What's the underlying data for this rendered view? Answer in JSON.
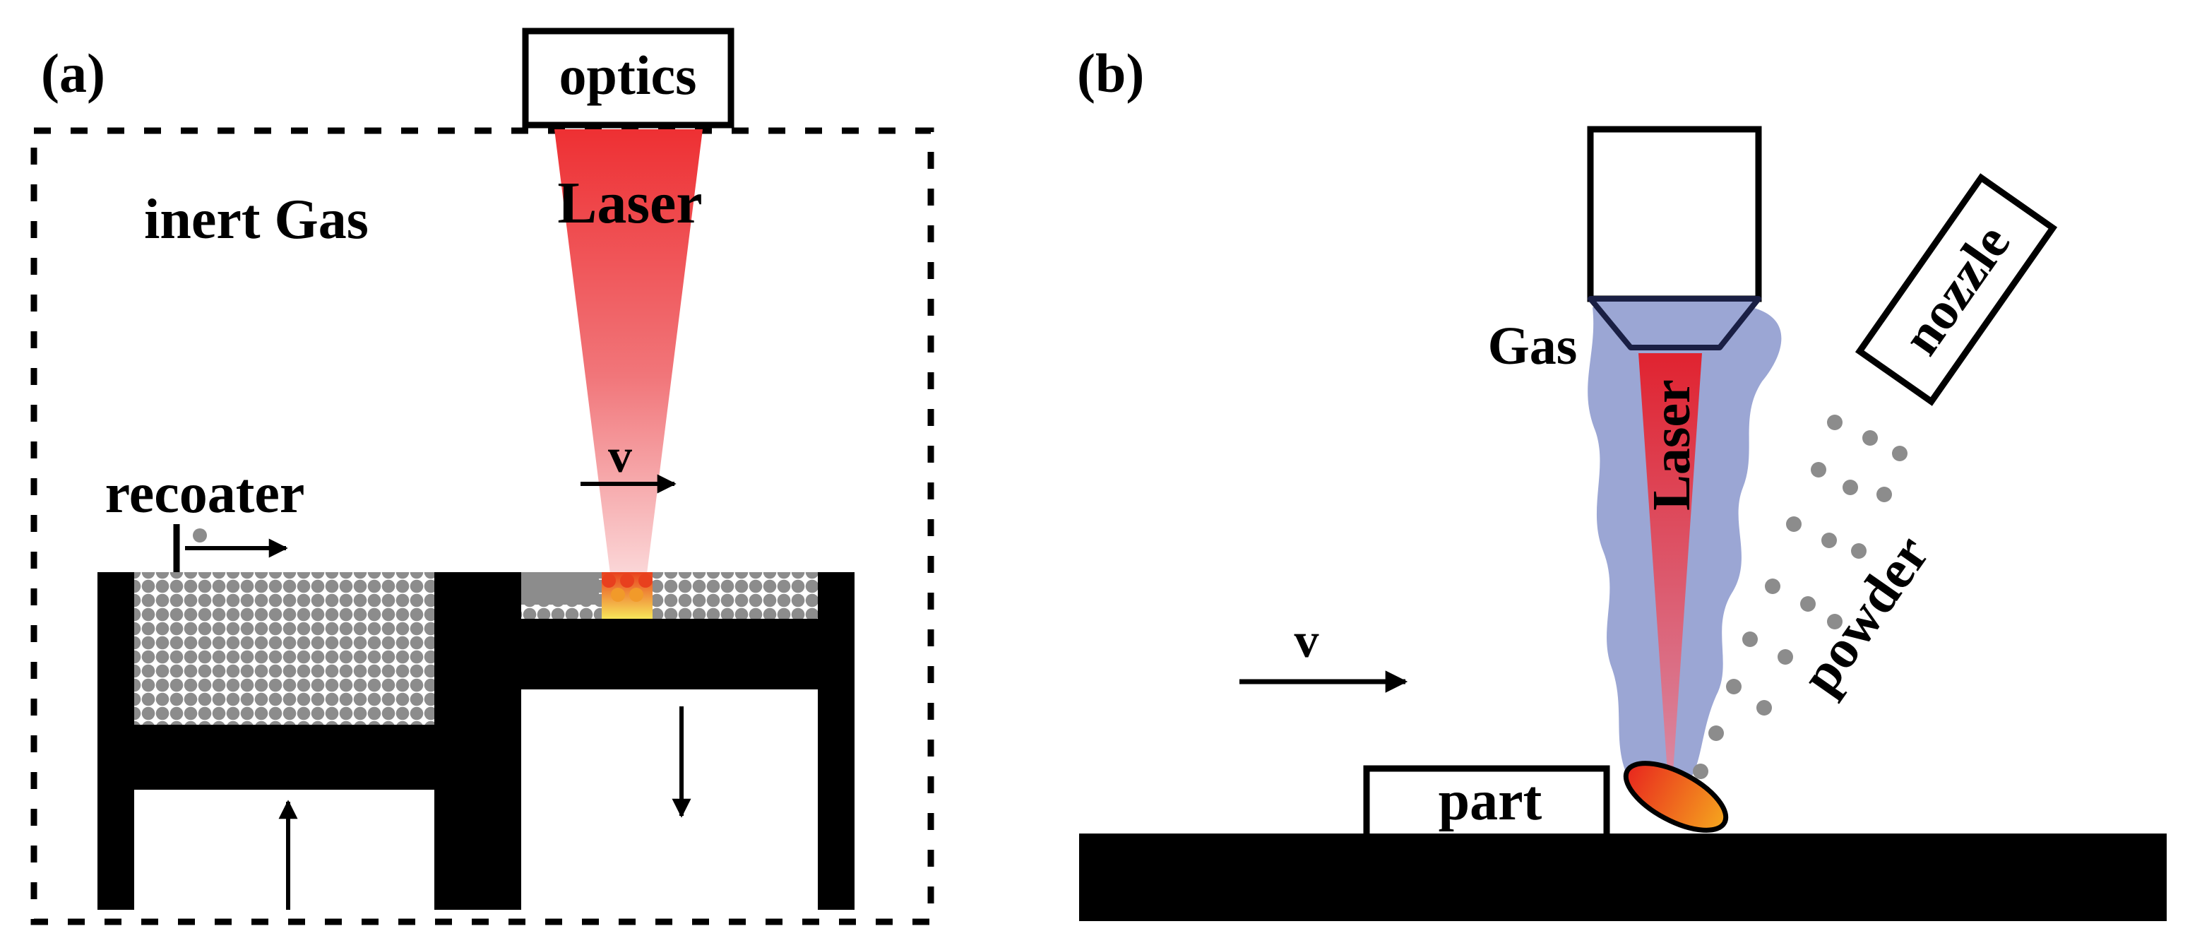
{
  "panel_a": {
    "label": "(a)",
    "optics_label": "optics",
    "laser_label": "Laser",
    "gas_label": "inert Gas",
    "velocity_label": "v",
    "recoater_label": "recoater"
  },
  "panel_b": {
    "label": "(b)",
    "gas_label": "Gas",
    "laser_label": "Laser",
    "nozzle_label": "nozzle",
    "powder_label": "powder",
    "velocity_label": "v",
    "part_label": "part"
  },
  "colors": {
    "laser": "#e8292f",
    "gas_shroud": "#9ba6d4",
    "powder": "#8c8c8c",
    "structure": "#000000",
    "melt_pool_hot": "#f4d23a",
    "melt_pool_core": "#e8401e"
  }
}
